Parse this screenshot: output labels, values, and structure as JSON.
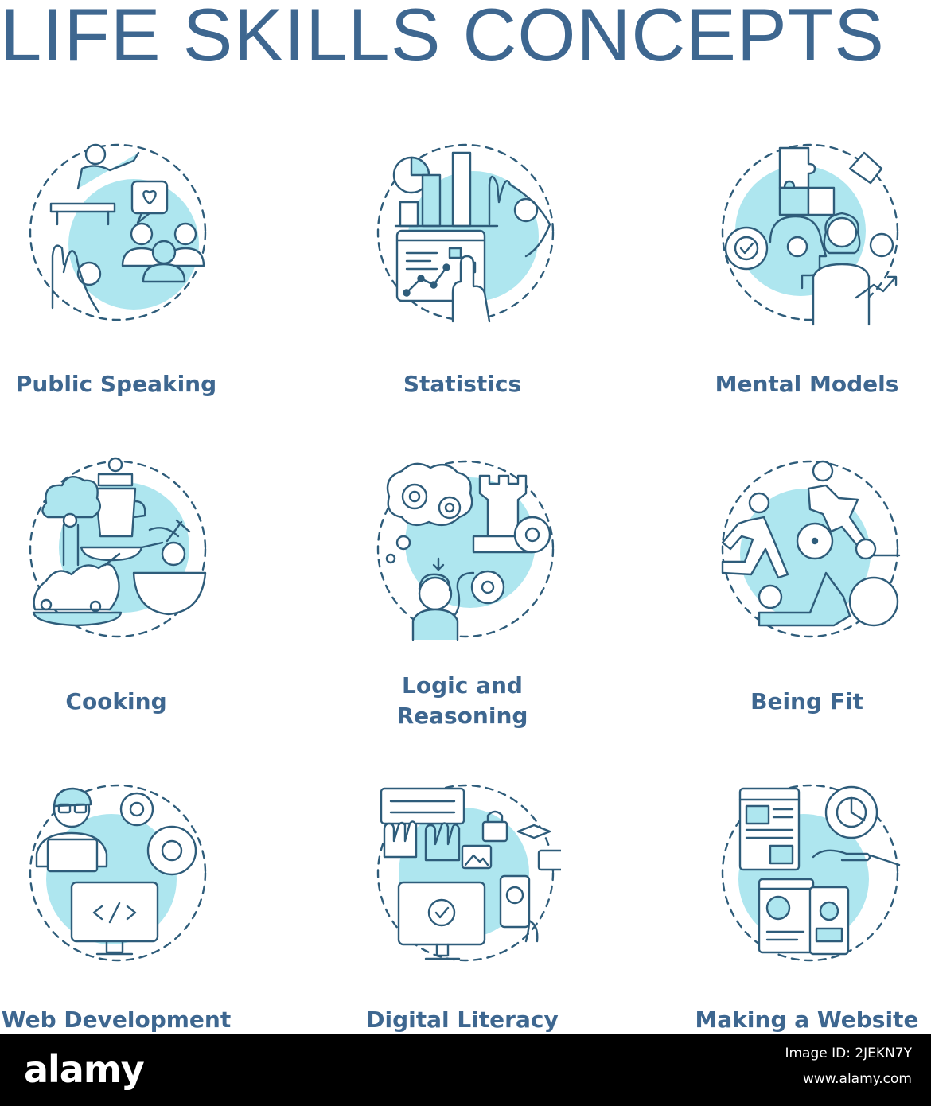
{
  "title": "LIFE SKILLS CONCEPTS",
  "colors": {
    "title": "#3e6790",
    "label": "#3e6790",
    "icon_stroke": "#2e5c7a",
    "icon_fill": "#aee6ef",
    "footer_bg": "#000000",
    "footer_text": "#ffffff"
  },
  "concepts": [
    {
      "label": "Public Speaking",
      "icon": "public-speaking-icon"
    },
    {
      "label": "Statistics",
      "icon": "statistics-icon"
    },
    {
      "label": "Mental Models",
      "icon": "mental-models-icon"
    },
    {
      "label": "Cooking",
      "icon": "cooking-icon"
    },
    {
      "label_line1": "Logic and",
      "label_line2": "Reasoning",
      "icon": "logic-reasoning-icon"
    },
    {
      "label": "Being Fit",
      "icon": "being-fit-icon"
    },
    {
      "label": "Web Development",
      "icon": "web-development-icon"
    },
    {
      "label": "Digital Literacy",
      "icon": "digital-literacy-icon"
    },
    {
      "label": "Making a Website",
      "icon": "making-website-icon"
    }
  ],
  "watermark": {
    "brand": "alamy",
    "image_id": "Image ID: 2JEKN7Y",
    "url": "www.alamy.com"
  }
}
